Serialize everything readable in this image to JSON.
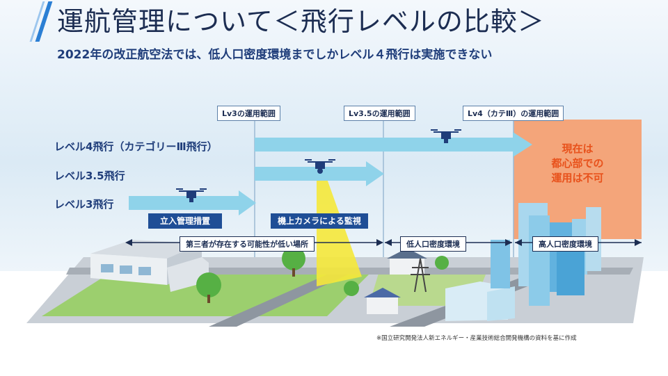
{
  "title": "運航管理について＜飛行レベルの比較＞",
  "subtitle": "2022年の改正航空法では、低人口密度環境までしかレベル４飛行は実施できない",
  "range_labels": {
    "lv3": "Lv3の運用範囲",
    "lv35": "Lv3.5の運用範囲",
    "lv4": "Lv4（カテⅢ）の運用範囲"
  },
  "levels": {
    "level4": "レベル4飛行（カテゴリーⅢ飛行）",
    "level35": "レベル3.5飛行",
    "level3": "レベル3飛行"
  },
  "tags": {
    "tachiiri": "立入管理措置",
    "camera": "機上カメラによる監視"
  },
  "zones": {
    "low_prob": "第三者が存在する可能性が低い場所",
    "low_density": "低人口密度環境",
    "high_density": "高人口密度環境"
  },
  "restricted": {
    "line1": "現在は",
    "line2": "都心部での",
    "line3": "運用は不可"
  },
  "footnote": "※国立研究開発法人新エネルギー・産業技術総合開発機構の資料を基に作成",
  "colors": {
    "arrow": "#8fd3ea",
    "orange_zone": "#f4a57a",
    "tag_bg": "#1f4e96",
    "title": "#1c2d52"
  }
}
